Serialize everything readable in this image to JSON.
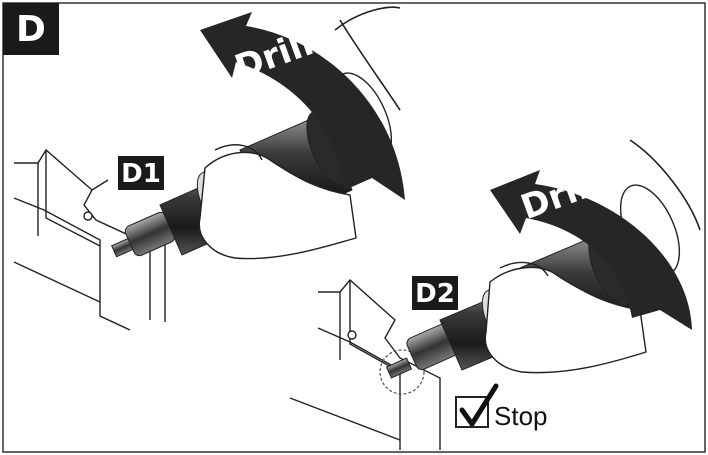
{
  "panel": {
    "letter": "D"
  },
  "steps": [
    {
      "label": "D1",
      "arrow_text": "Drill"
    },
    {
      "label": "D2",
      "arrow_text": "Drill"
    }
  ],
  "stop": {
    "text": "Stop",
    "icon": "checkbox-checked-icon"
  },
  "colors": {
    "label_bg": "#1a1a1a",
    "arrow_fill": "#262626",
    "line": "#222222",
    "background": "#ffffff"
  }
}
